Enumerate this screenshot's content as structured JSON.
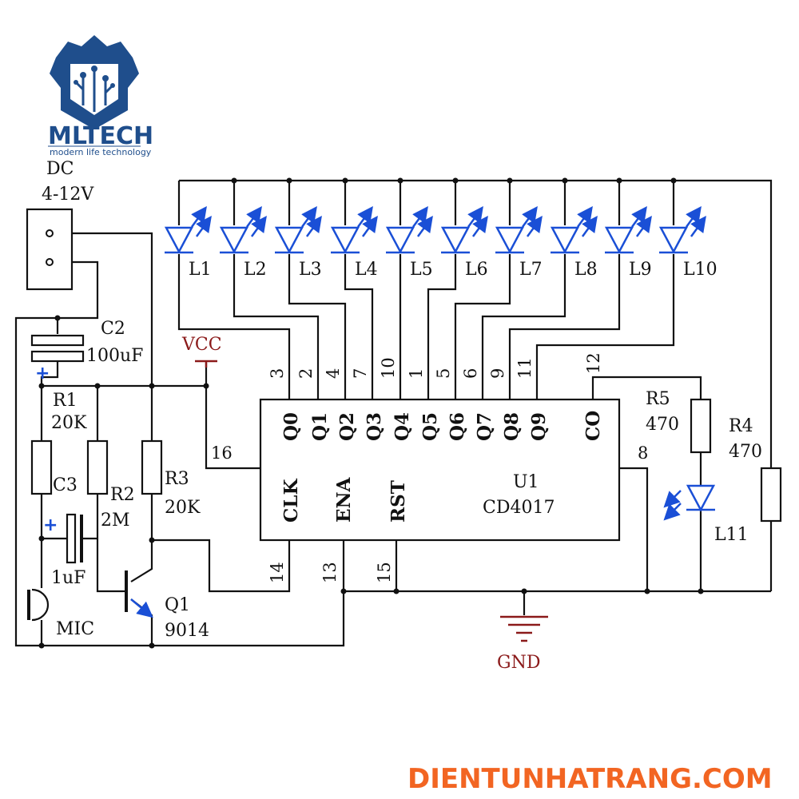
{
  "logo": {
    "name": "MLTECH",
    "tagline": "modern life technology"
  },
  "power": {
    "label": "DC",
    "voltage": "4-12V"
  },
  "components": {
    "c2": {
      "ref": "C2",
      "value": "100uF"
    },
    "r1": {
      "ref": "R1",
      "value": "20K"
    },
    "c3": {
      "ref": "C3",
      "value": "1uF"
    },
    "r2": {
      "ref": "R2",
      "value": "2M"
    },
    "r3": {
      "ref": "R3",
      "value": "20K"
    },
    "q1": {
      "ref": "Q1",
      "value": "9014"
    },
    "mic": {
      "ref": "MIC"
    },
    "r5": {
      "ref": "R5",
      "value": "470"
    },
    "r4": {
      "ref": "R4",
      "value": "470"
    },
    "l11": {
      "ref": "L11"
    }
  },
  "leds": [
    "L1",
    "L2",
    "L3",
    "L4",
    "L5",
    "L6",
    "L7",
    "L8",
    "L9",
    "L10"
  ],
  "net_labels": {
    "vcc": "VCC",
    "gnd": "GND"
  },
  "ic": {
    "ref": "U1",
    "part": "CD4017",
    "outputs": [
      "Q0",
      "Q1",
      "Q2",
      "Q3",
      "Q4",
      "Q5",
      "Q6",
      "Q7",
      "Q8",
      "Q9"
    ],
    "output_pins": [
      "3",
      "2",
      "4",
      "7",
      "10",
      "1",
      "5",
      "6",
      "9",
      "11"
    ],
    "co": {
      "label": "CO",
      "pin": "12"
    },
    "inputs": [
      {
        "label": "CLK",
        "pin": "14"
      },
      {
        "label": "ENA",
        "pin": "13"
      },
      {
        "label": "RST",
        "pin": "15"
      }
    ],
    "vdd_pin": "16",
    "vss_pin": "8"
  },
  "website": "DIENTUNHATRANG.COM",
  "colors": {
    "led": "#1a4fd6",
    "wire": "#111111",
    "net_label": "#8b1a1a",
    "brand": "#1f4e8c",
    "website": "#f26522"
  }
}
